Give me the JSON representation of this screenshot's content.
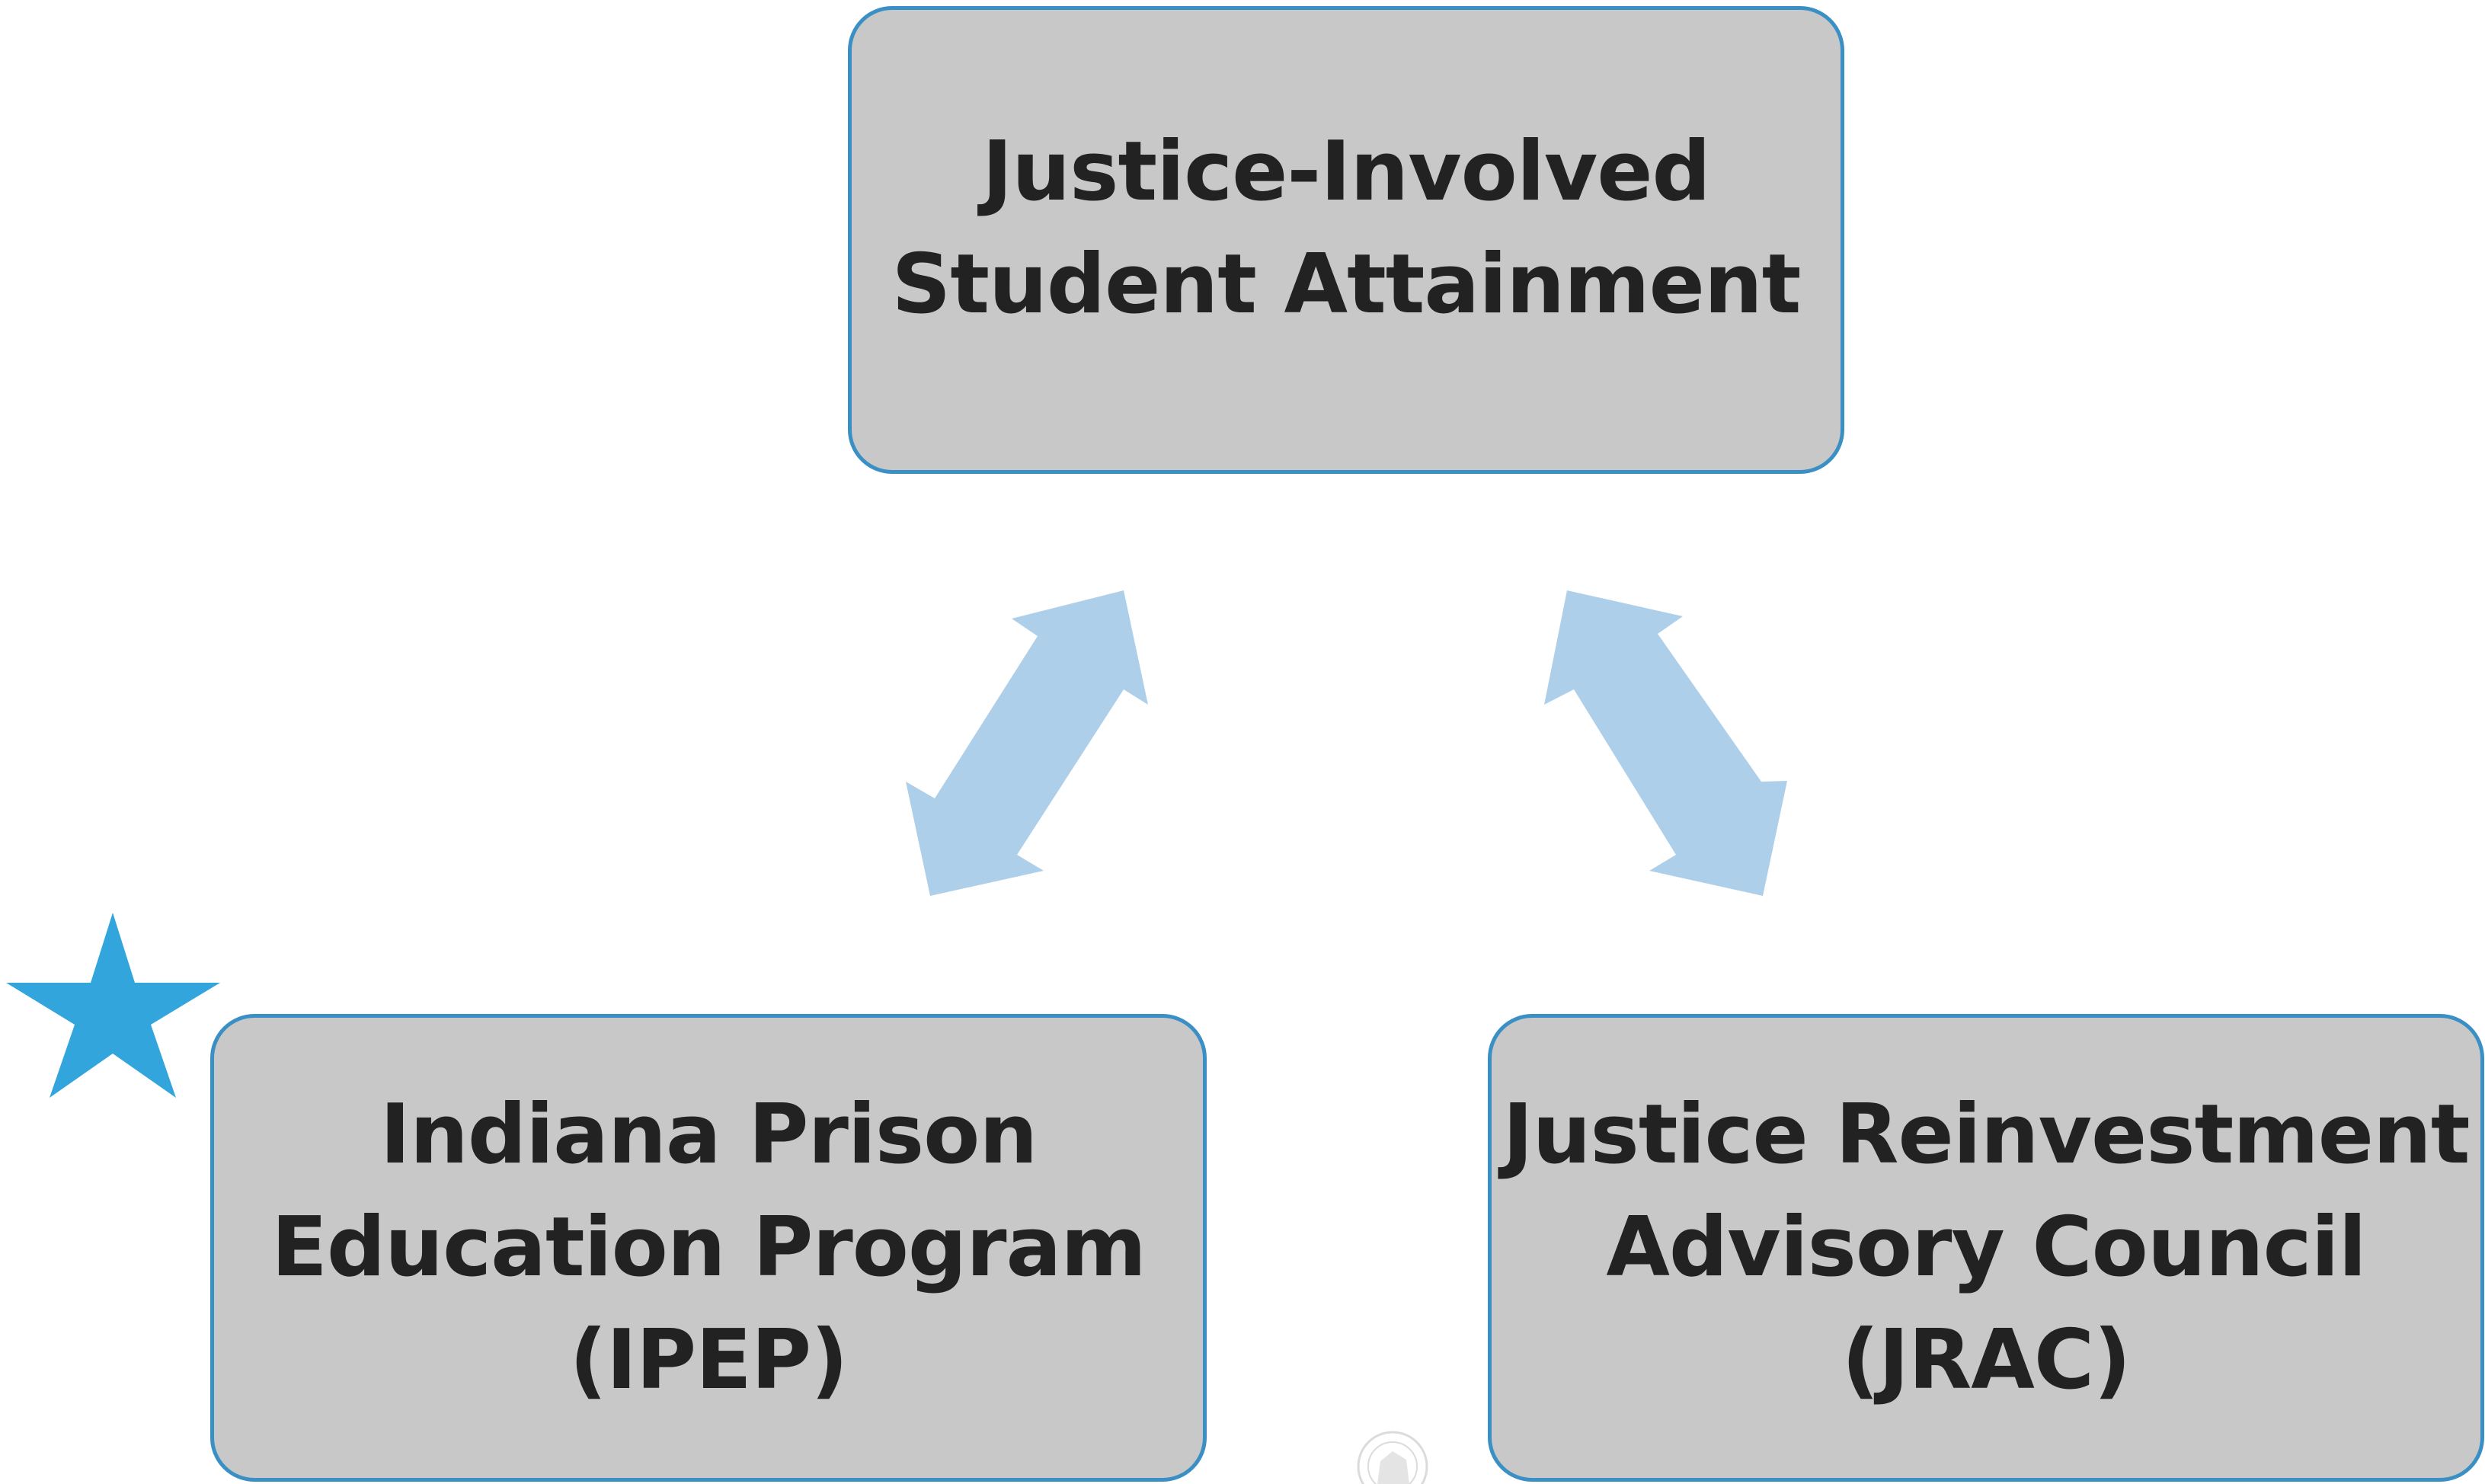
{
  "diagram": {
    "nodes": [
      {
        "id": "top",
        "lines": [
          "Justice-Involved",
          "Student Attainment"
        ]
      },
      {
        "id": "left",
        "lines": [
          "Indiana Prison",
          "Education Program",
          "(IPEP)"
        ]
      },
      {
        "id": "right",
        "lines": [
          "Justice Reinvestment",
          "Advisory Council",
          "(JRAC)"
        ]
      }
    ],
    "connections": [
      {
        "from": "left",
        "to": "top",
        "type": "bidirectional-arrow"
      },
      {
        "from": "right",
        "to": "top",
        "type": "bidirectional-arrow"
      }
    ],
    "marker": {
      "icon": "star-icon",
      "attached_to": "left"
    },
    "watermark": {
      "icon": "state-seal-icon"
    }
  },
  "colors": {
    "box_fill": "#c8c8c8",
    "box_border": "#3a8fc4",
    "text": "#222222",
    "arrow": "#aecfe9",
    "star": "#33a5dd"
  }
}
